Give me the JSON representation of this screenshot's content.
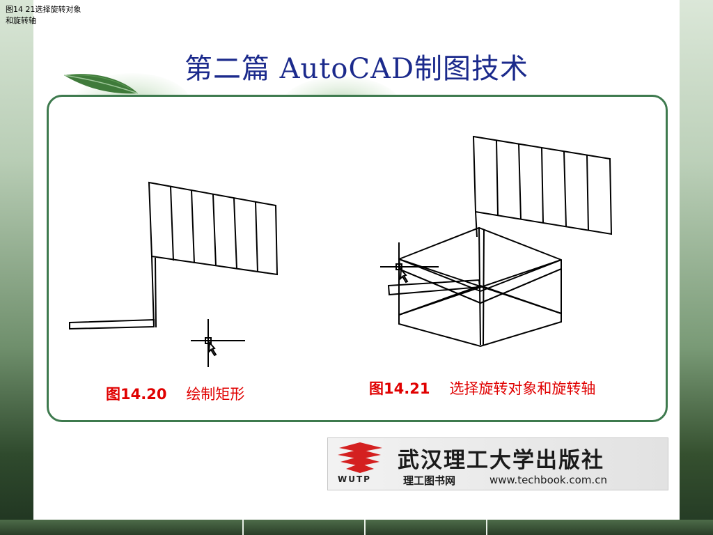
{
  "corner_caption": {
    "line1": "图14   21选择旋转对象",
    "line2": "和旋转轴"
  },
  "title": "第二篇    AutoCAD制图技术",
  "figures": [
    {
      "number": "图14.20",
      "caption": "绘制矩形"
    },
    {
      "number": "图14.21",
      "caption": "选择旋转对象和旋转轴"
    }
  ],
  "publisher": {
    "name": "武汉理工大学出版社",
    "abbr": "WUTP",
    "sub": "理工图书网",
    "url": "www.techbook.com.cn"
  },
  "colors": {
    "title": "#1b2a8c",
    "caption": "#e00000",
    "frame": "#3e7a4e",
    "logo_red": "#d42020"
  },
  "icons": [
    "bamboo-leaf-icon",
    "crosshair-cursor-icon",
    "publisher-logo-icon"
  ]
}
